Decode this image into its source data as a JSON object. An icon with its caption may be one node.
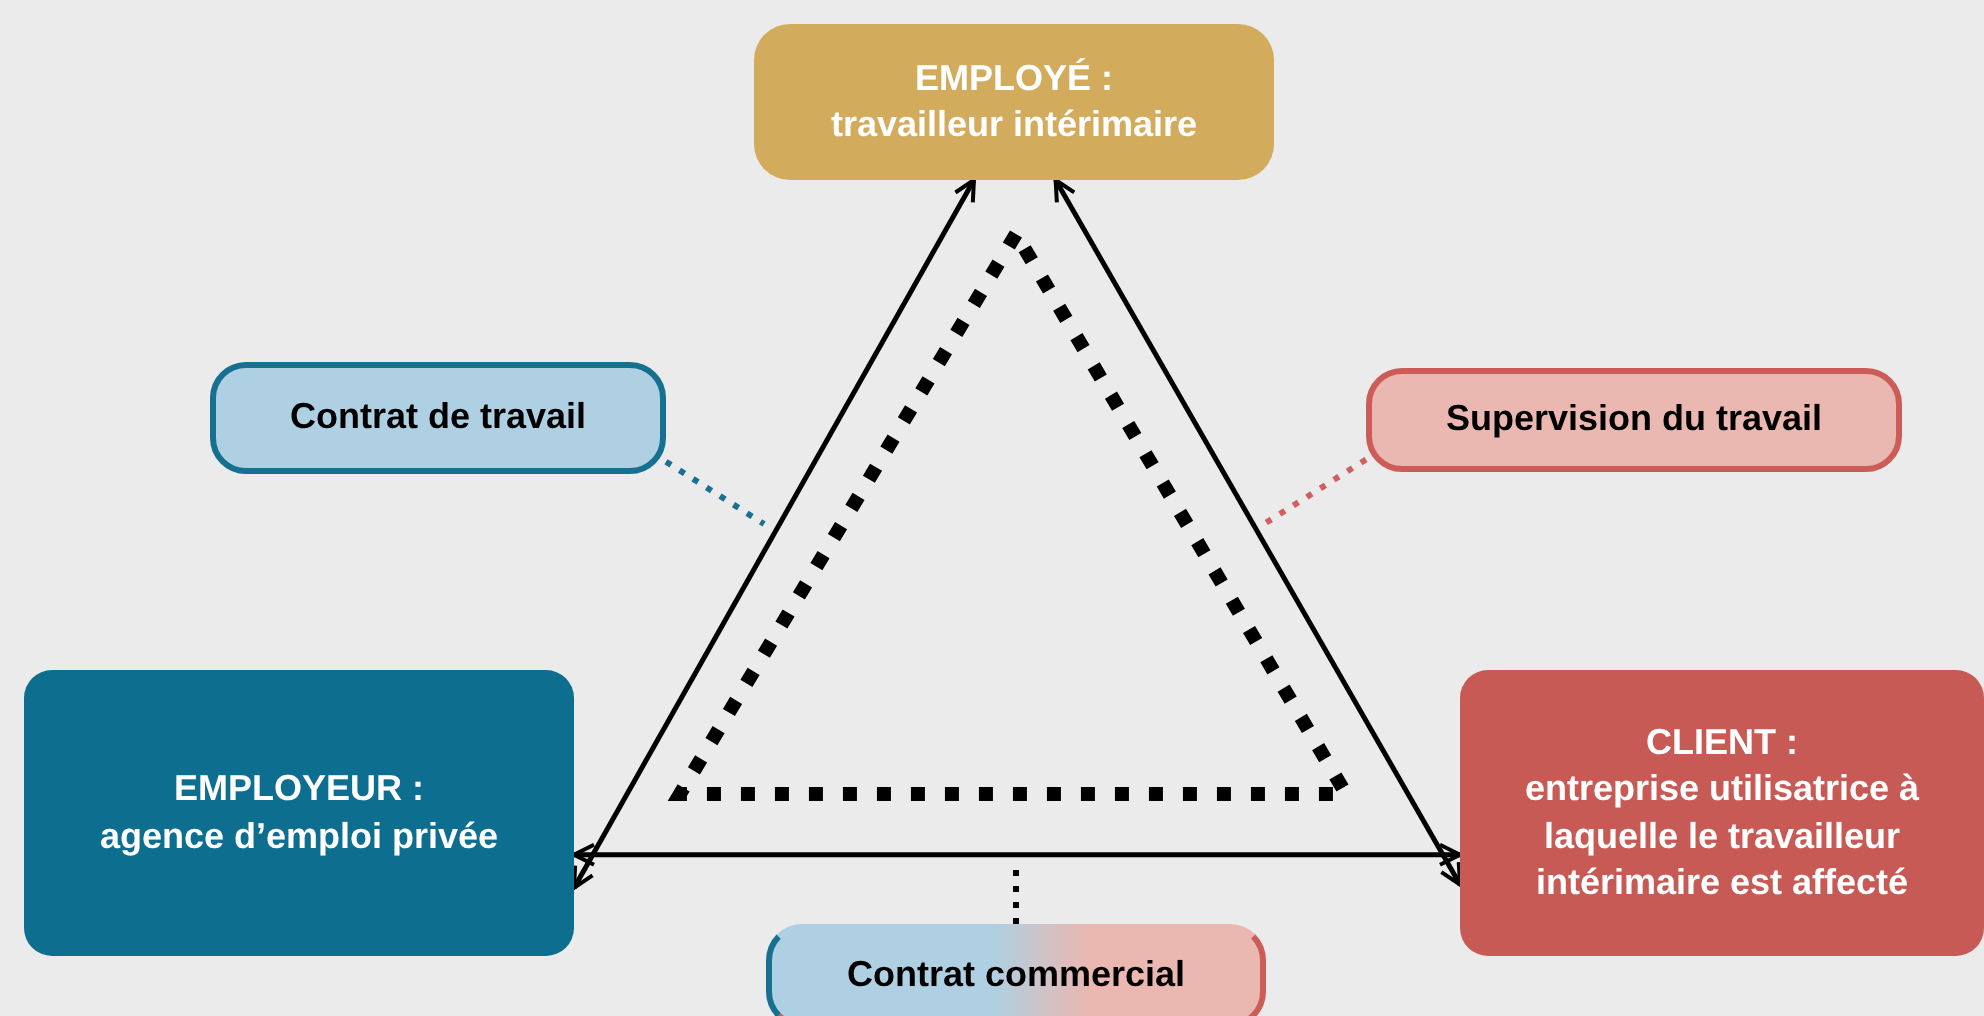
{
  "diagram": {
    "nodes": [
      {
        "text": [
          "EMPLOYÉ :",
          "travailleur intérimaire"
        ]
      },
      {
        "text": [
          "Contrat de travail"
        ]
      },
      {
        "text": [
          "Supervision du travail"
        ]
      },
      {
        "text": [
          "EMPLOYEUR :",
          "agence d’emploi privée"
        ]
      },
      {
        "text": [
          "CLIENT :",
          "entreprise utilisatrice à laquelle le travailleur intérimaire est affecté"
        ]
      },
      {
        "text": [
          "Contrat commercial"
        ]
      }
    ],
    "edges": [
      {
        "from": 0,
        "to": 3,
        "arrow": "both"
      },
      {
        "from": 0,
        "to": 4,
        "arrow": "both"
      },
      {
        "from": 3,
        "to": 4,
        "arrow": "both"
      },
      {
        "from": 1,
        "to": null,
        "arrow": "none",
        "style": "dashed",
        "color": "#1a7090"
      },
      {
        "from": 2,
        "to": null,
        "arrow": "none",
        "style": "dashed",
        "color": "#d06060"
      },
      {
        "from": 5,
        "to": null,
        "arrow": "none",
        "style": "dashed"
      }
    ]
  }
}
